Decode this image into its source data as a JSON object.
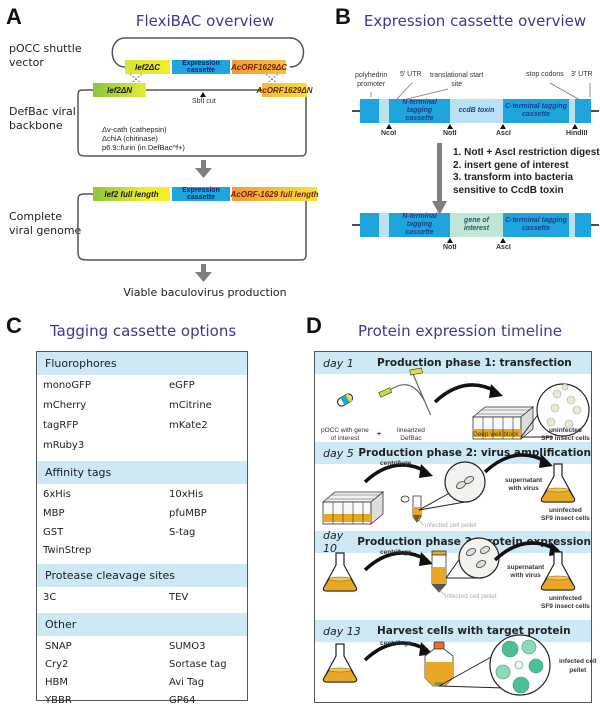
{
  "panel_a": {
    "letter": "A",
    "title": "FlexiBAC overview",
    "row_labels": {
      "shuttle": [
        "pOCC shuttle",
        "vector"
      ],
      "backbone": [
        "DefBac viral",
        "backbone"
      ],
      "complete": [
        "Complete",
        "viral genome"
      ]
    },
    "shuttle_genes": {
      "lef2_dc": "lef2ΔC",
      "cassette": [
        "Expression",
        "cassette"
      ],
      "orf_dc": "AcORF1629ΔC"
    },
    "backbone_genes": {
      "lef2_dn": "lef2ΔN",
      "orf_dn": "AcORF1629ΔN"
    },
    "sbfi_cut": "SbfI cut",
    "deletions": [
      "Δv-cath (cathepsin)",
      "ΔchiA (chitinase)",
      "p6.9::furin (in DefBac^f+)"
    ],
    "complete_genes": {
      "lef2_full": "lef2 full length",
      "cassette": [
        "Expression",
        "cassette"
      ],
      "orf_full": "AcORF-1629 full length"
    },
    "outcome": "Viable baculovirus production",
    "colors": {
      "lef2": "#c8dc3a",
      "cassette": "#1ea5de",
      "orf": "#f5a53a",
      "arrow": "#808080"
    }
  },
  "panel_b": {
    "letter": "B",
    "title": "Expression cassette overview",
    "annotations": {
      "polyhedrin": [
        "polyhedrin",
        "promoter"
      ],
      "utr5": "5' UTR",
      "start": [
        "translational start",
        "site"
      ],
      "stop": "stop codons",
      "utr3": "3' UTR"
    },
    "top_segments": {
      "n_term": [
        "N-terminal tagging",
        "cassette"
      ],
      "ccdb": "ccdB toxin",
      "c_term": [
        "C-terminal tagging",
        "cassette"
      ]
    },
    "sites_top": [
      "NcoI",
      "NotI",
      "AscI",
      "HindIII"
    ],
    "steps": [
      "1. NotI + AscI restriction digest",
      "2. insert gene of interest",
      "3. transform into bacteria",
      "sensitive to CcdB toxin"
    ],
    "bottom_segments": {
      "n_term": [
        "N-terminal tagging",
        "cassette"
      ],
      "goi": [
        "gene of",
        "interest"
      ],
      "c_term": [
        "C-terminal tagging",
        "cassette"
      ]
    },
    "sites_bottom": [
      "NotI",
      "AscI"
    ],
    "colors": {
      "dark": "#1ea5de",
      "light": "#b9e1f3",
      "goi": "#bfe6d6"
    }
  },
  "panel_c": {
    "letter": "C",
    "title": "Tagging cassette options",
    "sections": [
      {
        "header": "Fluorophores",
        "left": [
          "monoGFP",
          "mCherry",
          "tagRFP",
          "mRuby3"
        ],
        "right": [
          "eGFP",
          "mCitrine",
          "mKate2"
        ]
      },
      {
        "header": "Affinity tags",
        "left": [
          "6xHis",
          "MBP",
          "GST",
          "TwinStrep"
        ],
        "right": [
          "10xHis",
          "pfuMBP",
          "S-tag"
        ]
      },
      {
        "header": "Protease cleavage sites",
        "left": [
          "3C"
        ],
        "right": [
          "TEV"
        ]
      },
      {
        "header": "Other",
        "left": [
          "SNAP",
          "Cry2",
          "HBM",
          "YBBR"
        ],
        "right": [
          "SUMO3",
          "Sortase tag",
          "Avi Tag",
          "GP64"
        ]
      }
    ]
  },
  "panel_d": {
    "letter": "D",
    "title": "Protein expression timeline",
    "phases": [
      {
        "day": "day 1",
        "title": "Production phase 1: transfection",
        "labels": {
          "pocc": [
            "pOCC with gene",
            "of interest"
          ],
          "plus": "+",
          "defbac": [
            "linearized",
            "DefBac"
          ],
          "block": "Deep well block",
          "cells": [
            "uninfected",
            "SF9 insect cells"
          ]
        }
      },
      {
        "day": "day 5",
        "title": "Production phase 2: virus amplification",
        "labels": {
          "centrifuge": "centrifuge",
          "pellet": "infected cell pellet",
          "supernatant": [
            "supernatant",
            "with virus"
          ],
          "cells": [
            "uninfected",
            "SF9 insect cells"
          ]
        }
      },
      {
        "day": "day 10",
        "title": "Production phase 3: protein expression",
        "labels": {
          "centrifuge": "centrifuge",
          "pellet": "infected cell pellet",
          "supernatant": [
            "supernatant",
            "with virus"
          ],
          "cells": [
            "uninfected",
            "SF9 insect cells"
          ]
        }
      },
      {
        "day": "day 13",
        "title": "Harvest cells with target protein",
        "labels": {
          "centrifuge": "centrifuge",
          "pellet": [
            "infected cell",
            "pellet"
          ]
        }
      }
    ],
    "colors": {
      "header": "#cde9f5",
      "medium": "#e8a826",
      "infected": "#5cc49a"
    }
  }
}
